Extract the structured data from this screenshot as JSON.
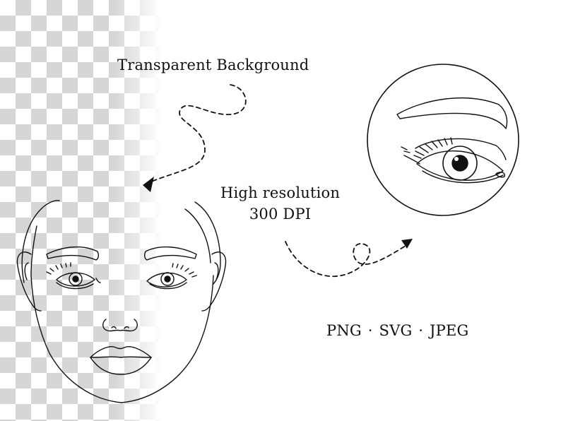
{
  "labels": {
    "transparent_background": "Transparent Background",
    "high_resolution_line1": "High resolution",
    "high_resolution_line2": "300 DPI",
    "formats": "PNG · SVG · JPEG"
  },
  "illustration": {
    "subject": "face line art with eye close-up",
    "stroke_color": "#111111",
    "checker_color": "#d6d6d6"
  }
}
